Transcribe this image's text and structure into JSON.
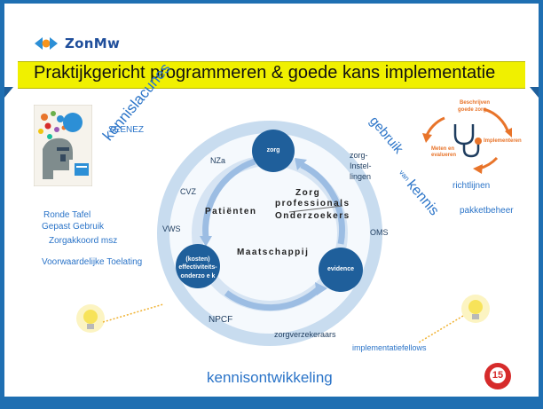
{
  "logo": {
    "name": "ZonMw"
  },
  "title": "Praktijkgericht programmeren & goede kans implementatie",
  "left_labels": {
    "seenez": "SEENEZ",
    "ronde_tafel": "Ronde Tafel",
    "gepast_gebruik": "Gepast Gebruik",
    "zorgakkoord": "Zorgakkoord msz",
    "voorwaardelijke": "Voorwaardelijke Toelating"
  },
  "arc_labels": {
    "kennislacunes": "kennislacunes",
    "gebruik": "gebruik",
    "van": "van",
    "kennis": "kennis"
  },
  "cycle": {
    "node_zorg": "zorg",
    "node_evidence": "evidence",
    "node_kosten_1": "(kosten)",
    "node_kosten_2": "effectiviteits-",
    "node_kosten_3": "onderzo e k",
    "nza": "NZa",
    "cvz": "CVZ",
    "vws": "VWS",
    "npcf": "NPCF",
    "zorgverzekeraars": "zorgverzekeraars",
    "oms": "OMS",
    "instellingen_1": "zorg-",
    "instellingen_2": "Instel-",
    "instellingen_3": "lingen",
    "center_zorg": "Zorg",
    "center_professionals": "professionals",
    "center_onderzoekers": "Onderzoekers",
    "center_patienten": "Patiënten",
    "center_maatschappij": "Maatschappij"
  },
  "right": {
    "beschrijven_1": "Beschrijven",
    "beschrijven_2": "goede zorg",
    "implementeren": "Implementeren",
    "meten_1": "Meten en",
    "meten_2": "evalueren",
    "richtlijnen": "richtlijnen",
    "pakketbeheer": "pakketbeheer"
  },
  "bottom": {
    "implementatiefellows": "implementatiefellows",
    "kennisontwikkeling": "kennisontwikkeling",
    "badge_number": "15"
  },
  "colors": {
    "frame": "#1f6fb2",
    "title_bar": "#f0f000",
    "node": "#1f5f9b",
    "ring": "#cfe0f1",
    "accent_text": "#2b74c8",
    "orange": "#e8742a"
  },
  "icons": [
    "zonmw-logo-icon",
    "book-cover-image",
    "lightbulb-icon",
    "stethoscope-icon",
    "anniversary-badge-icon"
  ]
}
